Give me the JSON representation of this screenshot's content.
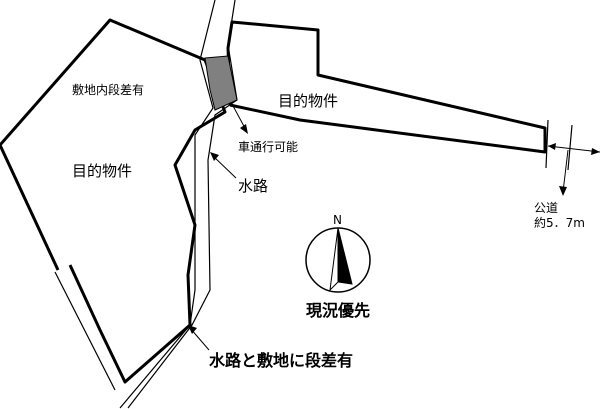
{
  "labels": {
    "step_in_site": "敷地内段差有",
    "target_property_left": "目的物件",
    "target_property_right": "目的物件",
    "vehicle_access": "車通行可能",
    "waterway": "水路",
    "public_road": "公道",
    "road_width": "約5．7m",
    "north": "N",
    "as_is": "現況優先",
    "waterway_step": "水路と敷地に段差有"
  },
  "colors": {
    "line": "#000000",
    "shaded_area": "#808080",
    "background": "#ffffff"
  }
}
